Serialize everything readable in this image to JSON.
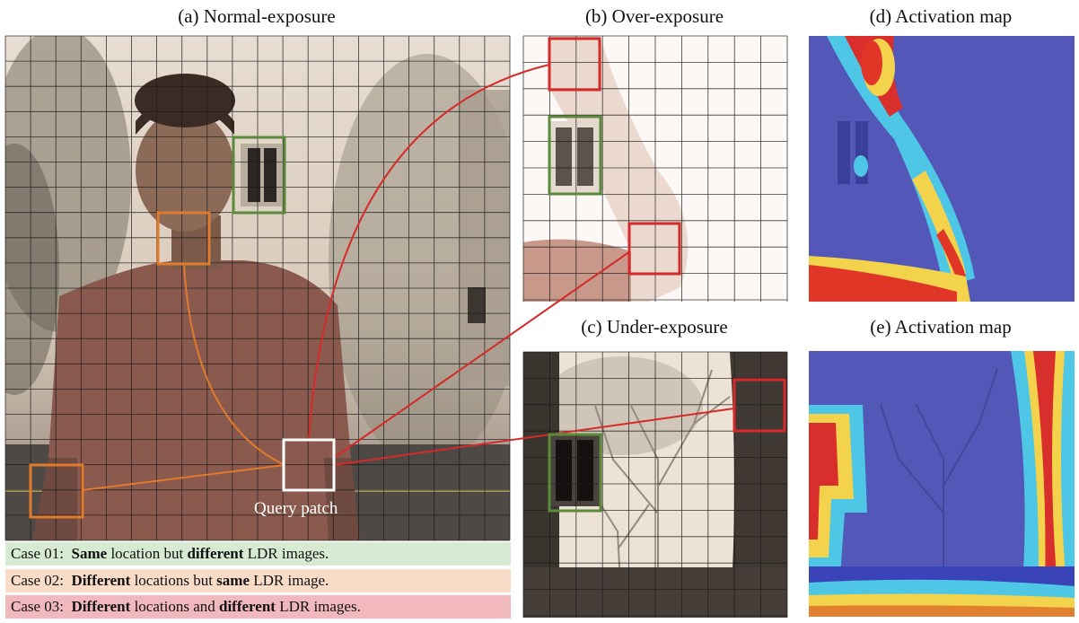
{
  "titles": {
    "a": "(a) Normal-exposure",
    "b": "(b) Over-exposure",
    "c": "(c) Under-exposure",
    "d": "(d) Activation map",
    "e": "(e) Activation map"
  },
  "query_label": "Query patch",
  "cases": [
    {
      "prefix": "Case 01:",
      "parts": [
        {
          "text": "Same",
          "bold": true
        },
        {
          "text": " location but ",
          "bold": false
        },
        {
          "text": "different",
          "bold": true
        },
        {
          "text": " LDR images.",
          "bold": false
        }
      ],
      "color": "#d7ead2"
    },
    {
      "prefix": "Case 02:",
      "parts": [
        {
          "text": "Different",
          "bold": true
        },
        {
          "text": " locations but ",
          "bold": false
        },
        {
          "text": "same",
          "bold": true
        },
        {
          "text": " LDR image.",
          "bold": false
        }
      ],
      "color": "#f8dcc8"
    },
    {
      "prefix": "Case 03:",
      "parts": [
        {
          "text": "Different",
          "bold": true
        },
        {
          "text": " locations and ",
          "bold": false
        },
        {
          "text": "different",
          "bold": true
        },
        {
          "text": " LDR images.",
          "bold": false
        }
      ],
      "color": "#f1b9bd"
    }
  ],
  "colors": {
    "query": "#ffffff",
    "case01": "#5a8a3a",
    "case02": "#e07a2c",
    "case03": "#d62a2a"
  }
}
